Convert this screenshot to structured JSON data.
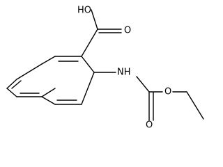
{
  "structure": {
    "labels": {
      "hydroxyl": "HO",
      "carbonyl_oxygen_acid": "O",
      "amine": "NH",
      "carbonyl_oxygen_carbamate": "O",
      "ester_oxygen": "O"
    },
    "colors": {
      "bond": "#000000",
      "label": "#000000",
      "background": "#ffffff"
    }
  }
}
